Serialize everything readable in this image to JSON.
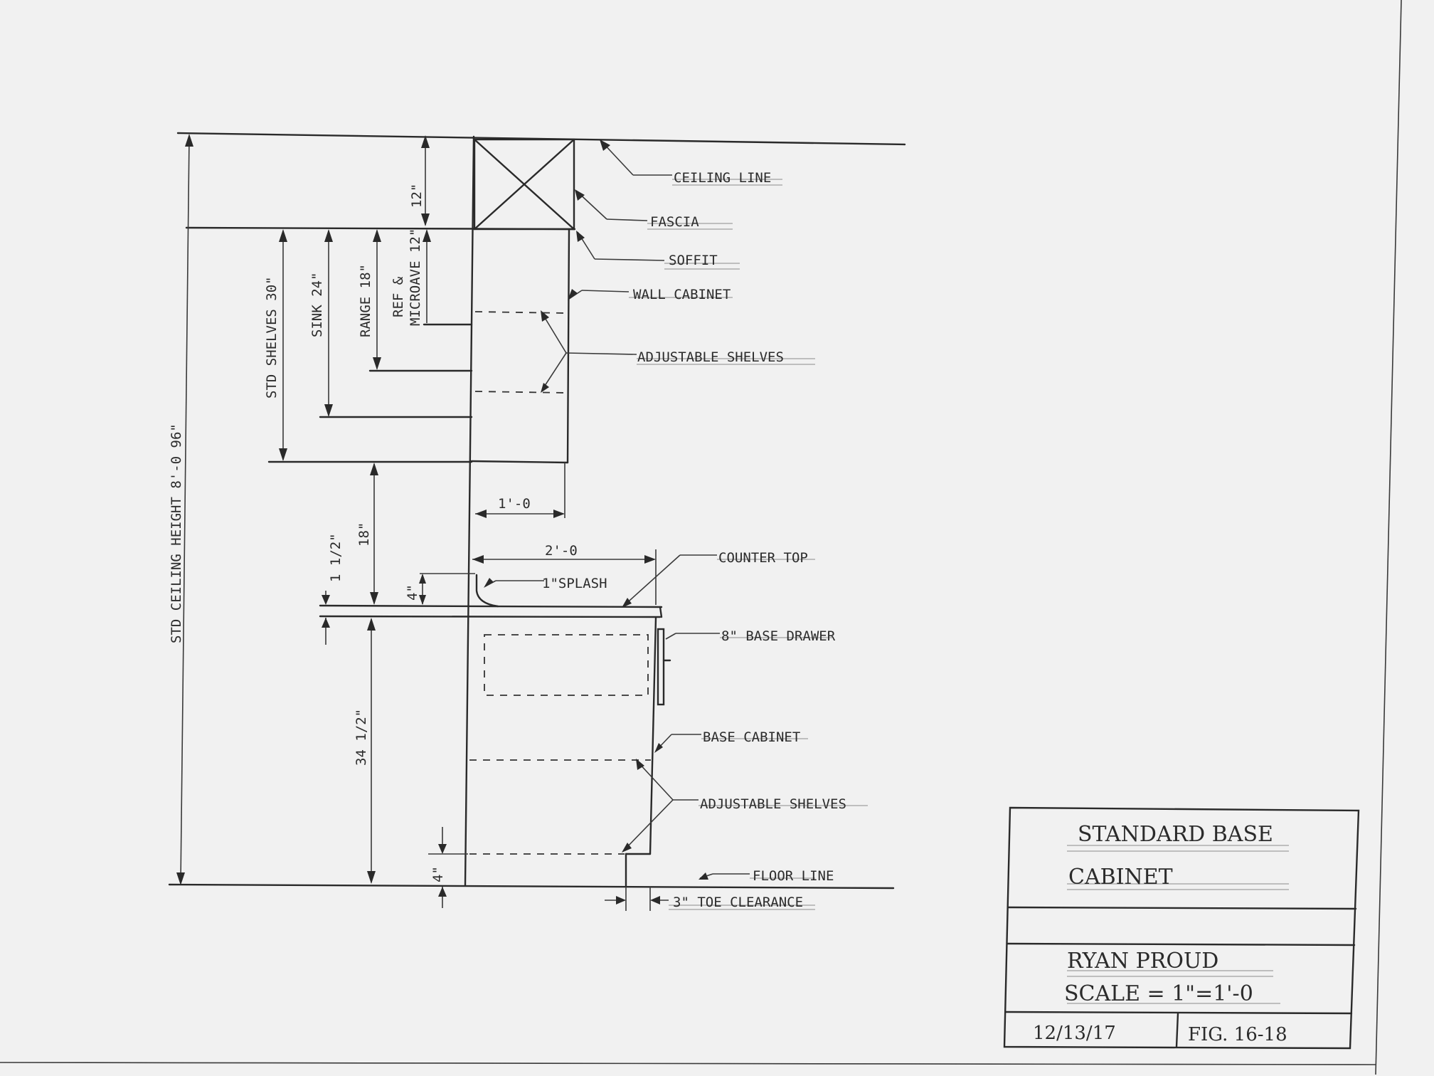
{
  "labels": {
    "ceiling_line": "CEILING LINE",
    "fascia": "FASCIA",
    "soffit": "SOFFIT",
    "wall_cabinet": "WALL CABINET",
    "adjustable_shelves_upper": "ADJUSTABLE SHELVES",
    "counter_top": "COUNTER TOP",
    "splash": "1\"SPLASH",
    "base_drawer": "8\" BASE DRAWER",
    "base_cabinet": "BASE CABINET",
    "adjustable_shelves_lower": "ADJUSTABLE SHELVES",
    "floor_line": "FLOOR LINE",
    "toe_clearance": "3\" TOE CLEARANCE"
  },
  "dimensions": {
    "fascia_height": "12\"",
    "std_shelves": "STD SHELVES 30\"",
    "sink": "SINK 24\"",
    "range": "RANGE 18\"",
    "ref_microwave_line1": "REF &",
    "ref_microwave_line2": "MICROAVE 12\"",
    "ceiling_height": "STD CEILING HEIGHT 8'-0  96\"",
    "upper_depth": "1'-0",
    "base_depth": "2'-0",
    "counter_gap": "18\"",
    "counter_thickness": "1 1/2\"",
    "splash_height": "4\"",
    "base_height": "34 1/2\"",
    "toe_height": "4\""
  },
  "title_block": {
    "title_line1": "STANDARD BASE",
    "title_line2": "CABINET",
    "name": "RYAN PROUD",
    "scale": "SCALE = 1\"=1'-0",
    "date": "12/13/17",
    "figure": "FIG. 16-18"
  }
}
